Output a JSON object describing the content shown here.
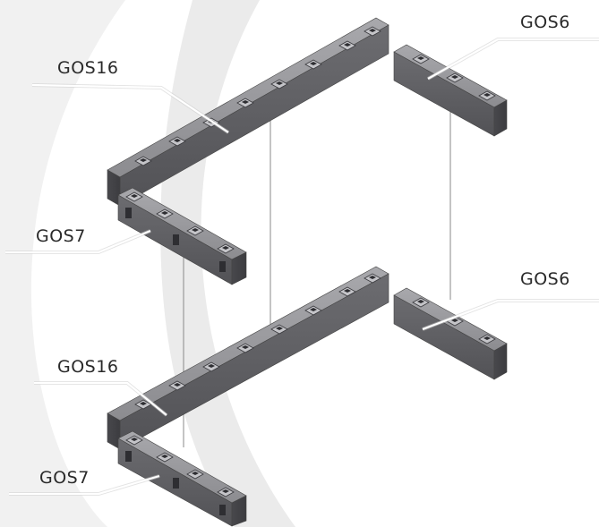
{
  "labels": {
    "gos6_top": "GOS6",
    "gos16_top": "GOS16",
    "gos7_top": "GOS7",
    "gos6_bottom": "GOS6",
    "gos16_bottom": "GOS16",
    "gos7_bottom": "GOS7"
  },
  "colors": {
    "background": "#ffffff",
    "background_swoosh": "#ebebeb",
    "beam_top": "#9a9a9e",
    "beam_front": "#5e5e62",
    "beam_side": "#4a4a4e",
    "label_text": "#2a2a2a",
    "leader_line": "#ffffff"
  }
}
